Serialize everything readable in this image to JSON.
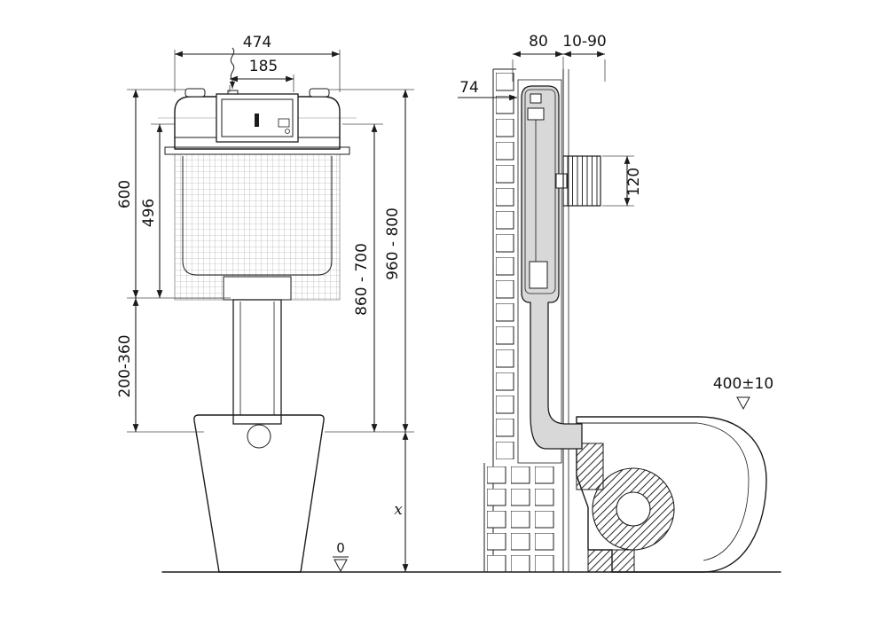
{
  "colors": {
    "ink": "#1b1b1b",
    "grey_fill": "#d8d8d8",
    "mesh_line": "#999999"
  },
  "front": {
    "width_overall": "474",
    "width_inlet": "185",
    "height_tank": "600",
    "height_body": "496",
    "height_outlet_range": "200-360",
    "height_mid_range": "860 - 700",
    "height_total_range": "960 - 800",
    "height_unknown": "x",
    "datum_zero": "0"
  },
  "side": {
    "frame_depth": "80",
    "finish_thickness_range": "10-90",
    "top_offset": "74",
    "actuator_height": "120",
    "rim_height": "400±10"
  }
}
